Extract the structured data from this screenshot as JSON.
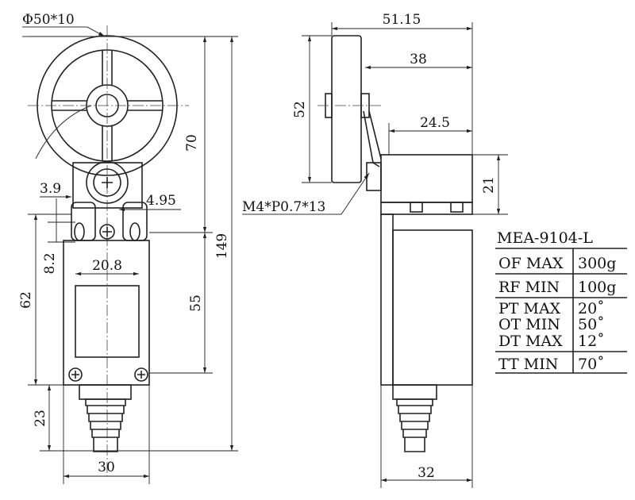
{
  "left_view": {
    "roller_spec": "Φ50*10",
    "dims": {
      "total_height": "149",
      "lever_height": "70",
      "mount_height": "55",
      "body_height": "62",
      "connector_height": "23",
      "width": "30",
      "hole_spacing": "20.8",
      "offset_left": "3.9",
      "offset_right": "4.95",
      "hole_pitch": "8.2"
    }
  },
  "side_view": {
    "dims": {
      "overall_reach": "51.15",
      "lever_reach": "38",
      "head_depth": "24.5",
      "head_height": "21",
      "roller_height": "52",
      "width": "32"
    },
    "screw_spec": "M4*P0.7*13"
  },
  "spec_table": {
    "model": "MEA-9104-L",
    "rows": [
      {
        "param": "OF MAX",
        "value": "300g"
      },
      {
        "param": "RF MIN",
        "value": "100g"
      },
      {
        "param": "PT MAX",
        "value": "20˚"
      },
      {
        "param": "OT MIN",
        "value": "50˚"
      },
      {
        "param": "DT MAX",
        "value": "12˚"
      },
      {
        "param": "TT MIN",
        "value": "70˚"
      }
    ]
  }
}
